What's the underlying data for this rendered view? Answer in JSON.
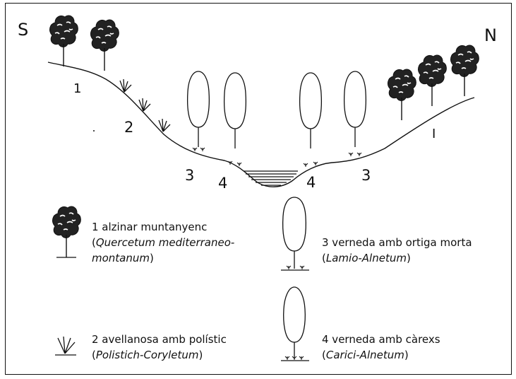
{
  "compass": {
    "south": "S",
    "north": "N"
  },
  "zones": [
    {
      "n": "1",
      "key": "zone-1-left"
    },
    {
      "n": "2",
      "key": "zone-2"
    },
    {
      "n": "3",
      "key": "zone-3-left"
    },
    {
      "n": "4",
      "key": "zone-4-left"
    },
    {
      "n": "4",
      "key": "zone-4-right"
    },
    {
      "n": "3",
      "key": "zone-3-right"
    },
    {
      "n": "I",
      "key": "zone-1-right"
    }
  ],
  "legend": [
    {
      "title": "1 alzinar muntanyenc",
      "latin_open": "(",
      "latin_1": "Quercetum mediterraneo-",
      "latin_2": "montanum",
      "latin_close": ")",
      "icon": "holm-oak-tree-icon"
    },
    {
      "title": "2 avellanosa amb polístic",
      "latin_open": "(",
      "latin_1": "Polistich-Coryletum",
      "latin_close": ")",
      "icon": "fern-icon"
    },
    {
      "title": "3 verneda amb ortiga morta",
      "latin_open": "(",
      "latin_1": "Lamio-Alnetum",
      "latin_close": ")",
      "icon": "alder-nettle-icon"
    },
    {
      "title": "4 verneda amb càrexs",
      "latin_open": "(",
      "latin_1": "Carici-Alnetum",
      "latin_close": ")",
      "icon": "alder-sedge-icon"
    }
  ]
}
